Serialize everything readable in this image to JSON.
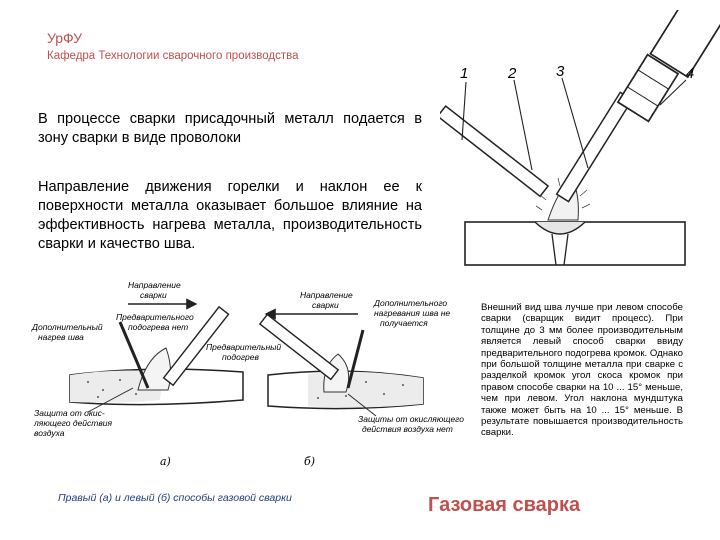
{
  "header": {
    "org": "УрФУ",
    "department": "Кафедра Технологии сварочного производства"
  },
  "body": {
    "paragraph1": "В процессе сварки присадочный металл подается в зону сварки в виде проволоки",
    "paragraph2": "Направление движения горелки и наклон ее к поверхности металла оказывает большое влияние на эффективность нагрева металла, производительность сварки и качество шва."
  },
  "sidebar_text": "Внешний вид шва лучше при левом способе сварки (сварщик видит процесс). При толщине до 3 мм более производительным является левый способ сварки ввиду предварительного подогрева кромок. Однако при большой толщине металла при сварке с разделкой кромок угол скоса кромок при правом способе сварки на 10 ... 15° меньше, чем при левом. Угол наклона мундштука также может быть на 10 ... 15° меньше. В результате повышается производительность сварки.",
  "top_diagram": {
    "labels": [
      "1",
      "2",
      "3",
      "4"
    ]
  },
  "diagram_a": {
    "dir_line1": "Направление",
    "dir_line2": "сварки",
    "preheat_line1": "Предварительного",
    "preheat_line2": "подогрева нет",
    "extra_line1": "Дополнительный",
    "extra_line2": "нагрев шва",
    "prot_line1": "Защита от окис-",
    "prot_line2": "ляющего действия",
    "prot_line3": "воздуха",
    "label": "а)"
  },
  "diagram_b": {
    "dir_line1": "Направление",
    "dir_line2": "сварки",
    "extra_line1": "Дополнительного",
    "extra_line2": "нагревания шва не",
    "extra_line3": "получается",
    "preheat_line1": "Предварительный",
    "preheat_line2": "подогрев",
    "prot_line1": "Защиты от окисляющего",
    "prot_line2": "действия воздуха нет",
    "label": "б)"
  },
  "caption": "Правый (а) и левый (б) способы газовой сварки",
  "title": "Газовая сварка"
}
